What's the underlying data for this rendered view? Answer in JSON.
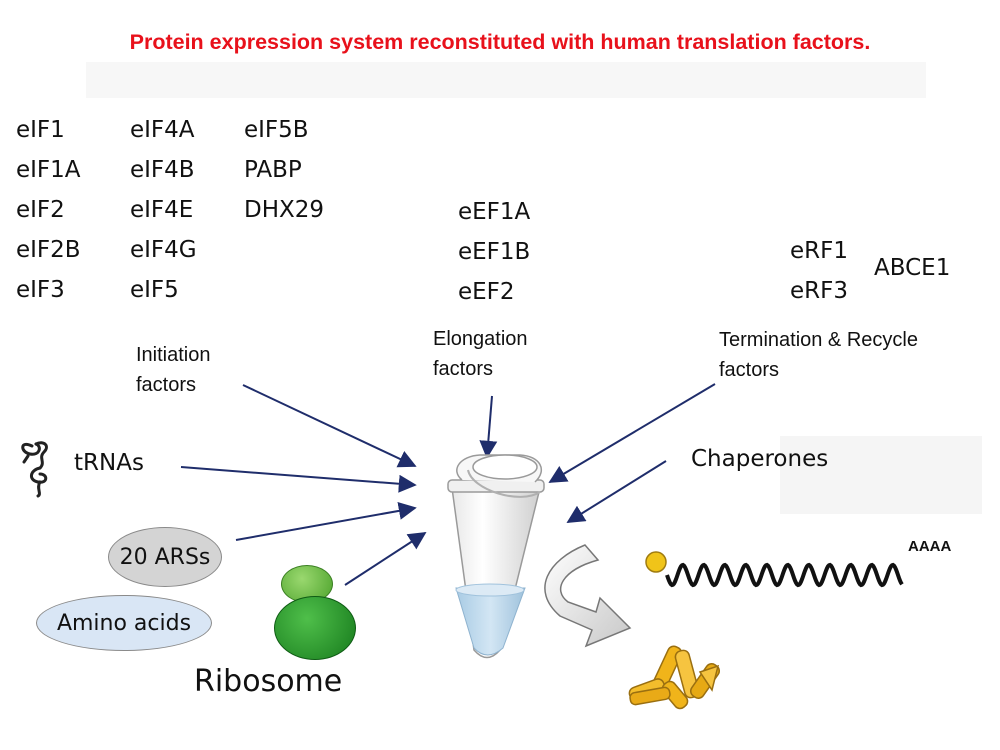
{
  "title": "Protein expression system reconstituted with human translation factors.",
  "initiation_factors": {
    "col1": [
      "eIF1",
      "eIF1A",
      "eIF2",
      "eIF2B",
      "eIF3"
    ],
    "col2": [
      "eIF4A",
      "eIF4B",
      "eIF4E",
      "eIF4G",
      "eIF5"
    ],
    "col3": [
      "eIF5B",
      "PABP",
      "DHX29"
    ],
    "caption_line1": "Initiation",
    "caption_line2": "factors"
  },
  "elongation_factors": {
    "items": [
      "eEF1A",
      "eEF1B",
      "eEF2"
    ],
    "caption_line1": "Elongation",
    "caption_line2": "factors"
  },
  "termination_factors": {
    "items": [
      "eRF1",
      "eRF3"
    ],
    "extra": "ABCE1",
    "caption_line1": "Termination & Recycle",
    "caption_line2": "factors"
  },
  "components": {
    "trnas": "tRNAs",
    "arss": "20 ARSs",
    "amino_acids": "Amino acids",
    "ribosome": "Ribosome",
    "chaperones": "Chaperones",
    "polya": "AAAA"
  },
  "colors": {
    "title": "#e8111b",
    "arrow": "#1f2d6b",
    "ars_fill": "#d4d4d4",
    "amino_fill": "#d9e6f5",
    "ribosome_small": "#6fc24c",
    "ribosome_large": "#2a9a2a",
    "protein": "#f0b41a",
    "liquid": "#b9d6ea"
  }
}
